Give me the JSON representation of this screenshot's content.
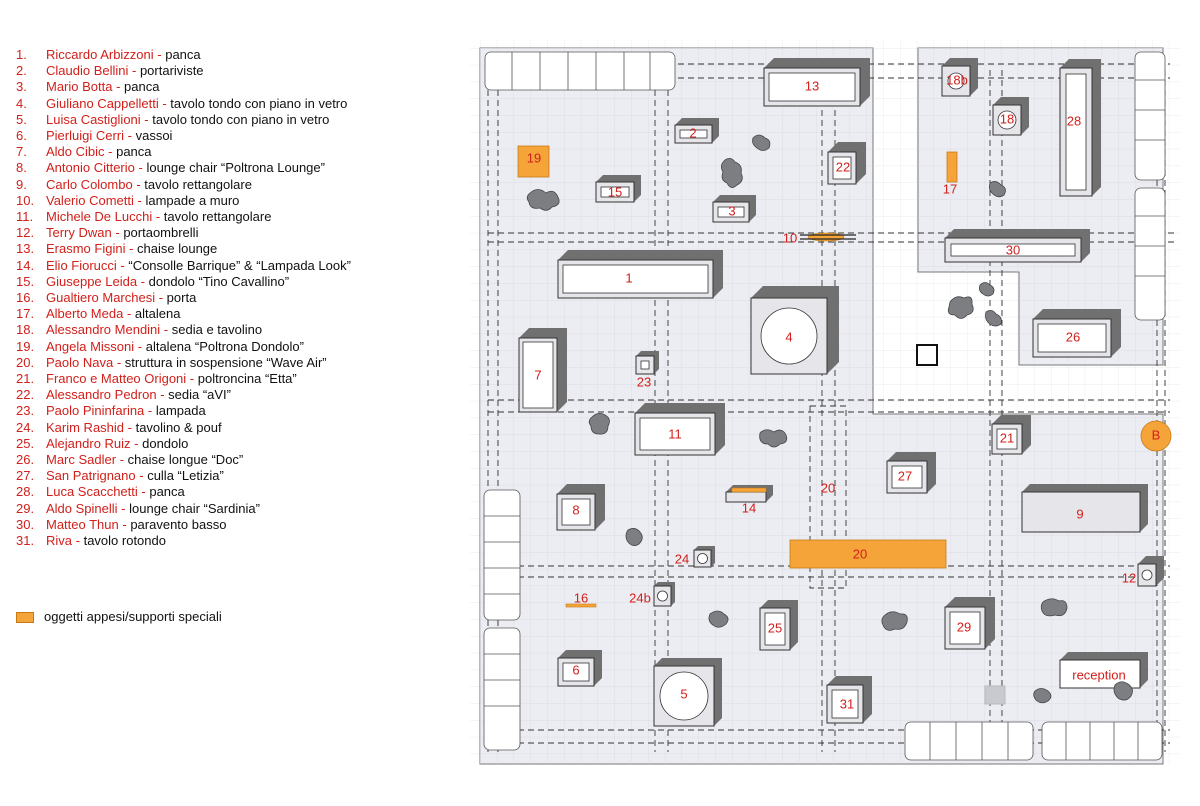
{
  "legend": [
    {
      "num": "1.",
      "name": "Riccardo Arbizzoni",
      "item": "panca"
    },
    {
      "num": "2.",
      "name": "Claudio Bellini",
      "item": "portariviste"
    },
    {
      "num": "3.",
      "name": "Mario Botta",
      "item": "panca"
    },
    {
      "num": "4.",
      "name": "Giuliano Cappelletti",
      "item": "tavolo tondo con piano in vetro"
    },
    {
      "num": "5.",
      "name": "Luisa Castiglioni",
      "item": "tavolo tondo con piano in vetro"
    },
    {
      "num": "6.",
      "name": "Pierluigi Cerri",
      "item": "vassoi"
    },
    {
      "num": "7.",
      "name": "Aldo Cibic",
      "item": "panca"
    },
    {
      "num": "8.",
      "name": "Antonio Citterio",
      "item": "lounge chair “Poltrona Lounge”"
    },
    {
      "num": "9.",
      "name": "Carlo Colombo",
      "item": "tavolo rettangolare"
    },
    {
      "num": "10.",
      "name": "Valerio Cometti",
      "item": "lampade a muro"
    },
    {
      "num": "11.",
      "name": "Michele De Lucchi",
      "item": "tavolo rettangolare"
    },
    {
      "num": "12.",
      "name": "Terry Dwan",
      "item": "portaombrelli"
    },
    {
      "num": "13.",
      "name": "Erasmo Figini",
      "item": "chaise lounge"
    },
    {
      "num": "14.",
      "name": "Elio Fiorucci",
      "item": "“Consolle Barrique” & “Lampada Look”"
    },
    {
      "num": "15.",
      "name": "Giuseppe Leida",
      "item": "dondolo “Tino Cavallino”"
    },
    {
      "num": "16.",
      "name": "Gualtiero Marchesi",
      "item": "porta"
    },
    {
      "num": "17.",
      "name": "Alberto Meda",
      "item": "altalena"
    },
    {
      "num": "18.",
      "name": "Alessandro Mendini",
      "item": "sedia e tavolino"
    },
    {
      "num": "19.",
      "name": "Angela Missoni",
      "item": "altalena “Poltrona Dondolo”"
    },
    {
      "num": "20.",
      "name": "Paolo Nava",
      "item": "struttura in sospensione “Wave Air”"
    },
    {
      "num": "21.",
      "name": "Franco e Matteo Origoni",
      "item": "poltroncina “Etta”"
    },
    {
      "num": "22.",
      "name": "Alessandro Pedron",
      "item": "sedia “aVI”"
    },
    {
      "num": "23.",
      "name": "Paolo Pininfarina",
      "item": "lampada"
    },
    {
      "num": "24.",
      "name": "Karim Rashid",
      "item": "tavolino & pouf"
    },
    {
      "num": "25.",
      "name": "Alejandro Ruiz",
      "item": "dondolo"
    },
    {
      "num": "26.",
      "name": "Marc Sadler",
      "item": "chaise longue “Doc”"
    },
    {
      "num": "27.",
      "name": "San Patrignano",
      "item": "culla “Letizia”"
    },
    {
      "num": "28.",
      "name": "Luca Scacchetti",
      "item": "panca"
    },
    {
      "num": "29.",
      "name": "Aldo Spinelli",
      "item": "lounge chair “Sardinia”"
    },
    {
      "num": "30.",
      "name": "Matteo Thun",
      "item": "paravento basso"
    },
    {
      "num": "31.",
      "name": "Riva",
      "item": "tavolo rotondo"
    }
  ],
  "legend_key": "oggetti appesi/supporti speciali",
  "plan_labels": {
    "n1": "1",
    "n2": "2",
    "n3": "3",
    "n4": "4",
    "n5": "5",
    "n6": "6",
    "n7": "7",
    "n8": "8",
    "n9": "9",
    "n10": "10",
    "n11": "11",
    "n12": "12",
    "n13": "13",
    "n14": "14",
    "n15": "15",
    "n16": "16",
    "n17": "17",
    "n18": "18",
    "n18b": "18b",
    "n19": "19",
    "n20a": "20",
    "n20b": "20",
    "n21": "21",
    "n22": "22",
    "n23": "23",
    "n24": "24",
    "n24b": "24b",
    "n25": "25",
    "n26": "26",
    "n27": "27",
    "n28": "28",
    "n29": "29",
    "n30": "30",
    "n31": "31",
    "nB": "B",
    "reception": "reception"
  },
  "colors": {
    "accent_red": "#d2201b",
    "special_orange": "#f5a43a",
    "floor": "#ecedf2",
    "furniture_shadow": "#777777"
  }
}
